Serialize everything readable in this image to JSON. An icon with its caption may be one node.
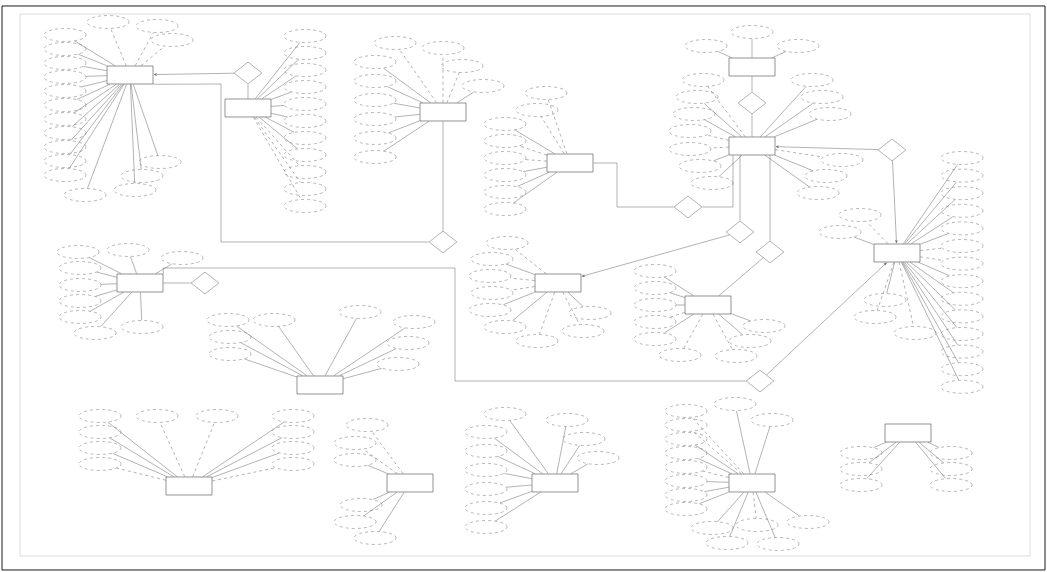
{
  "diagram": {
    "nodes": [
      {
        "text": [],
        "shape": "box"
      },
      {
        "text": [],
        "shape": "ellipse"
      },
      {
        "text": [],
        "shape": "ellipse"
      },
      {
        "text": [],
        "shape": "ellipse"
      },
      {
        "text": [],
        "shape": "ellipse"
      },
      {
        "text": [],
        "shape": "ellipse"
      },
      {
        "text": [],
        "shape": "ellipse"
      },
      {
        "text": [],
        "shape": "ellipse"
      },
      {
        "text": [],
        "shape": "ellipse"
      },
      {
        "text": [],
        "shape": "ellipse"
      },
      {
        "text": [],
        "shape": "ellipse"
      },
      {
        "text": [],
        "shape": "ellipse"
      },
      {
        "text": [],
        "shape": "ellipse"
      },
      {
        "text": [],
        "shape": "ellipse"
      },
      {
        "text": [],
        "shape": "ellipse"
      },
      {
        "text": [],
        "shape": "ellipse"
      },
      {
        "text": [],
        "shape": "ellipse"
      },
      {
        "text": [],
        "shape": "ellipse"
      },
      {
        "text": [],
        "shape": "ellipse"
      },
      {
        "text": [],
        "shape": "diamond"
      },
      {
        "text": [],
        "shape": "box"
      },
      {
        "text": [],
        "shape": "ellipse"
      },
      {
        "text": [],
        "shape": "ellipse"
      },
      {
        "text": [],
        "shape": "ellipse"
      },
      {
        "text": [],
        "shape": "ellipse"
      },
      {
        "text": [],
        "shape": "ellipse"
      },
      {
        "text": [],
        "shape": "ellipse"
      },
      {
        "text": [],
        "shape": "ellipse"
      },
      {
        "text": [],
        "shape": "ellipse"
      },
      {
        "text": [],
        "shape": "ellipse"
      },
      {
        "text": [],
        "shape": "ellipse"
      },
      {
        "text": [],
        "shape": "ellipse"
      },
      {
        "text": [],
        "shape": "box"
      },
      {
        "text": [],
        "shape": "ellipse"
      },
      {
        "text": [],
        "shape": "ellipse"
      },
      {
        "text": [],
        "shape": "ellipse"
      },
      {
        "text": [],
        "shape": "ellipse"
      },
      {
        "text": [],
        "shape": "ellipse"
      },
      {
        "text": [],
        "shape": "ellipse"
      },
      {
        "text": [],
        "shape": "ellipse"
      },
      {
        "text": [],
        "shape": "ellipse"
      },
      {
        "text": [],
        "shape": "ellipse"
      },
      {
        "text": [],
        "shape": "ellipse"
      },
      {
        "text": [],
        "shape": "diamond"
      },
      {
        "text": [],
        "shape": "box"
      },
      {
        "text": [],
        "shape": "ellipse"
      },
      {
        "text": [],
        "shape": "ellipse"
      },
      {
        "text": [],
        "shape": "ellipse"
      },
      {
        "text": [],
        "shape": "ellipse"
      },
      {
        "text": [],
        "shape": "ellipse"
      },
      {
        "text": [],
        "shape": "ellipse"
      },
      {
        "text": [],
        "shape": "ellipse"
      },
      {
        "text": [],
        "shape": "ellipse"
      },
      {
        "text": [],
        "shape": "diamond"
      },
      {
        "text": [],
        "shape": "box"
      },
      {
        "text": [],
        "shape": "ellipse"
      },
      {
        "text": [],
        "shape": "ellipse"
      },
      {
        "text": [],
        "shape": "ellipse"
      },
      {
        "text": [],
        "shape": "diamond"
      },
      {
        "text": [],
        "shape": "box"
      },
      {
        "text": [],
        "shape": "ellipse"
      },
      {
        "text": [],
        "shape": "ellipse"
      },
      {
        "text": [],
        "shape": "ellipse"
      },
      {
        "text": [],
        "shape": "ellipse"
      },
      {
        "text": [],
        "shape": "ellipse"
      },
      {
        "text": [],
        "shape": "ellipse"
      },
      {
        "text": [],
        "shape": "ellipse"
      },
      {
        "text": [],
        "shape": "ellipse"
      },
      {
        "text": [],
        "shape": "ellipse"
      },
      {
        "text": [],
        "shape": "ellipse"
      },
      {
        "text": [],
        "shape": "ellipse"
      },
      {
        "text": [],
        "shape": "ellipse"
      },
      {
        "text": [],
        "shape": "ellipse"
      },
      {
        "text": [],
        "shape": "diamond"
      },
      {
        "text": [],
        "shape": "diamond"
      },
      {
        "text": [],
        "shape": "diamond"
      },
      {
        "text": [],
        "shape": "box"
      },
      {
        "text": [],
        "shape": "ellipse"
      },
      {
        "text": [],
        "shape": "ellipse"
      },
      {
        "text": [],
        "shape": "ellipse"
      },
      {
        "text": [],
        "shape": "ellipse"
      },
      {
        "text": [],
        "shape": "ellipse"
      },
      {
        "text": [],
        "shape": "ellipse"
      },
      {
        "text": [],
        "shape": "ellipse"
      },
      {
        "text": [],
        "shape": "ellipse"
      },
      {
        "text": [],
        "shape": "ellipse"
      },
      {
        "text": [],
        "shape": "box"
      },
      {
        "text": [],
        "shape": "ellipse"
      },
      {
        "text": [],
        "shape": "ellipse"
      },
      {
        "text": [],
        "shape": "ellipse"
      },
      {
        "text": [],
        "shape": "ellipse"
      },
      {
        "text": [],
        "shape": "ellipse"
      },
      {
        "text": [],
        "shape": "ellipse"
      },
      {
        "text": [],
        "shape": "ellipse"
      },
      {
        "text": [],
        "shape": "ellipse"
      },
      {
        "text": [],
        "shape": "ellipse"
      },
      {
        "text": [],
        "shape": "box"
      },
      {
        "text": [],
        "shape": "ellipse"
      },
      {
        "text": [],
        "shape": "ellipse"
      },
      {
        "text": [],
        "shape": "ellipse"
      },
      {
        "text": [],
        "shape": "ellipse"
      },
      {
        "text": [],
        "shape": "ellipse"
      },
      {
        "text": [],
        "shape": "ellipse"
      },
      {
        "text": [],
        "shape": "ellipse"
      },
      {
        "text": [],
        "shape": "ellipse"
      },
      {
        "text": [],
        "shape": "ellipse"
      },
      {
        "text": [],
        "shape": "ellipse"
      },
      {
        "text": [],
        "shape": "ellipse"
      },
      {
        "text": [],
        "shape": "ellipse"
      },
      {
        "text": [],
        "shape": "ellipse"
      },
      {
        "text": [],
        "shape": "ellipse"
      },
      {
        "text": [],
        "shape": "ellipse"
      },
      {
        "text": [],
        "shape": "ellipse"
      },
      {
        "text": [],
        "shape": "ellipse"
      },
      {
        "text": [],
        "shape": "ellipse"
      },
      {
        "text": [],
        "shape": "ellipse"
      },
      {
        "text": [],
        "shape": "diamond"
      },
      {
        "text": [],
        "shape": "box"
      },
      {
        "text": [],
        "shape": "ellipse"
      },
      {
        "text": [],
        "shape": "ellipse"
      },
      {
        "text": [],
        "shape": "ellipse"
      },
      {
        "text": [],
        "shape": "ellipse"
      },
      {
        "text": [],
        "shape": "ellipse"
      },
      {
        "text": [],
        "shape": "ellipse"
      },
      {
        "text": [],
        "shape": "ellipse"
      },
      {
        "text": [],
        "shape": "ellipse"
      },
      {
        "text": [],
        "shape": "ellipse"
      },
      {
        "text": [],
        "shape": "diamond"
      },
      {
        "text": [],
        "shape": "box"
      },
      {
        "text": [],
        "shape": "ellipse"
      },
      {
        "text": [],
        "shape": "ellipse"
      },
      {
        "text": [],
        "shape": "ellipse"
      },
      {
        "text": [],
        "shape": "ellipse"
      },
      {
        "text": [],
        "shape": "ellipse"
      },
      {
        "text": [],
        "shape": "ellipse"
      },
      {
        "text": [],
        "shape": "ellipse"
      },
      {
        "text": [],
        "shape": "ellipse"
      },
      {
        "text": [],
        "shape": "box"
      },
      {
        "text": [],
        "shape": "ellipse"
      },
      {
        "text": [],
        "shape": "ellipse"
      },
      {
        "text": [],
        "shape": "ellipse"
      },
      {
        "text": [],
        "shape": "ellipse"
      },
      {
        "text": [],
        "shape": "ellipse"
      },
      {
        "text": [],
        "shape": "ellipse"
      },
      {
        "text": [],
        "shape": "ellipse"
      },
      {
        "text": [],
        "shape": "ellipse"
      },
      {
        "text": [],
        "shape": "ellipse"
      },
      {
        "text": [],
        "shape": "ellipse"
      },
      {
        "text": [],
        "shape": "box"
      },
      {
        "text": [],
        "shape": "ellipse"
      },
      {
        "text": [],
        "shape": "ellipse"
      },
      {
        "text": [],
        "shape": "ellipse"
      },
      {
        "text": [],
        "shape": "ellipse"
      },
      {
        "text": [],
        "shape": "ellipse"
      },
      {
        "text": [],
        "shape": "ellipse"
      },
      {
        "text": [],
        "shape": "box"
      },
      {
        "text": [],
        "shape": "ellipse"
      },
      {
        "text": [],
        "shape": "ellipse"
      },
      {
        "text": [],
        "shape": "ellipse"
      },
      {
        "text": [],
        "shape": "ellipse"
      },
      {
        "text": [],
        "shape": "ellipse"
      },
      {
        "text": [],
        "shape": "ellipse"
      },
      {
        "text": [],
        "shape": "ellipse"
      },
      {
        "text": [],
        "shape": "ellipse"
      },
      {
        "text": [],
        "shape": "ellipse"
      },
      {
        "text": [],
        "shape": "ellipse"
      },
      {
        "text": [],
        "shape": "box"
      },
      {
        "text": [],
        "shape": "ellipse"
      },
      {
        "text": [],
        "shape": "ellipse"
      },
      {
        "text": [],
        "shape": "ellipse"
      },
      {
        "text": [],
        "shape": "ellipse"
      },
      {
        "text": [],
        "shape": "ellipse"
      },
      {
        "text": [],
        "shape": "ellipse"
      },
      {
        "text": [],
        "shape": "ellipse"
      },
      {
        "text": [],
        "shape": "ellipse"
      },
      {
        "text": [],
        "shape": "ellipse"
      },
      {
        "text": [],
        "shape": "ellipse"
      },
      {
        "text": [],
        "shape": "ellipse"
      },
      {
        "text": [],
        "shape": "ellipse"
      },
      {
        "text": [],
        "shape": "ellipse"
      },
      {
        "text": [],
        "shape": "ellipse"
      },
      {
        "text": [],
        "shape": "ellipse"
      },
      {
        "text": [],
        "shape": "box"
      },
      {
        "text": [],
        "shape": "ellipse"
      },
      {
        "text": [],
        "shape": "ellipse"
      },
      {
        "text": [],
        "shape": "ellipse"
      },
      {
        "text": [],
        "shape": "ellipse"
      },
      {
        "text": [],
        "shape": "ellipse"
      },
      {
        "text": [],
        "shape": "ellipse"
      }
    ],
    "edges": [
      {
        "from": 0,
        "to": 1,
        "arrow": "none"
      },
      {
        "from": 0,
        "to": 2,
        "arrow": "none"
      },
      {
        "from": 0,
        "to": 3,
        "arrow": "none"
      },
      {
        "from": 0,
        "to": 4,
        "arrow": "none"
      },
      {
        "from": 0,
        "to": 5,
        "arrow": "none"
      },
      {
        "from": 0,
        "to": 6,
        "arrow": "none"
      },
      {
        "from": 0,
        "to": 7,
        "arrow": "none"
      },
      {
        "from": 0,
        "to": 8,
        "arrow": "none"
      },
      {
        "from": 0,
        "to": 9,
        "arrow": "none"
      },
      {
        "from": 0,
        "to": 10,
        "arrow": "none"
      },
      {
        "from": 0,
        "to": 11,
        "arrow": "none"
      },
      {
        "from": 0,
        "to": 12,
        "arrow": "none",
        "style": "dashed"
      },
      {
        "from": 0,
        "to": 13,
        "arrow": "none",
        "style": "dashed"
      },
      {
        "from": 0,
        "to": 14,
        "arrow": "none",
        "style": "dashed"
      },
      {
        "from": 0,
        "to": 15,
        "arrow": "none"
      },
      {
        "from": 0,
        "to": 16,
        "arrow": "none"
      },
      {
        "from": 0,
        "to": 17,
        "arrow": "none"
      },
      {
        "from": 0,
        "to": 18,
        "arrow": "none"
      },
      {
        "from": 20,
        "to": 21,
        "arrow": "none"
      },
      {
        "from": 20,
        "to": 22,
        "arrow": "none"
      },
      {
        "from": 20,
        "to": 23,
        "arrow": "none"
      },
      {
        "from": 20,
        "to": 24,
        "arrow": "none"
      },
      {
        "from": 20,
        "to": 25,
        "arrow": "none"
      },
      {
        "from": 20,
        "to": 26,
        "arrow": "none"
      },
      {
        "from": 20,
        "to": 27,
        "arrow": "none"
      },
      {
        "from": 20,
        "to": 28,
        "arrow": "none"
      },
      {
        "from": 20,
        "to": 29,
        "arrow": "none",
        "style": "dashed"
      },
      {
        "from": 20,
        "to": 30,
        "arrow": "none",
        "style": "dashed"
      },
      {
        "from": 20,
        "to": 31,
        "arrow": "none",
        "style": "dashed"
      },
      {
        "from": 32,
        "to": 33,
        "arrow": "none"
      },
      {
        "from": 32,
        "to": 34,
        "arrow": "none"
      },
      {
        "from": 32,
        "to": 35,
        "arrow": "none"
      },
      {
        "from": 32,
        "to": 36,
        "arrow": "none"
      },
      {
        "from": 32,
        "to": 37,
        "arrow": "none"
      },
      {
        "from": 32,
        "to": 38,
        "arrow": "none"
      },
      {
        "from": 32,
        "to": 39,
        "arrow": "none",
        "style": "dashed"
      },
      {
        "from": 32,
        "to": 40,
        "arrow": "none",
        "style": "dashed"
      },
      {
        "from": 32,
        "to": 41,
        "arrow": "none",
        "style": "dashed"
      },
      {
        "from": 32,
        "to": 42,
        "arrow": "none"
      },
      {
        "from": 44,
        "to": 45,
        "arrow": "none",
        "style": "dashed"
      },
      {
        "from": 44,
        "to": 46,
        "arrow": "none",
        "style": "dashed"
      },
      {
        "from": 44,
        "to": 47,
        "arrow": "none"
      },
      {
        "from": 44,
        "to": 48,
        "arrow": "none",
        "style": "dashed"
      },
      {
        "from": 44,
        "to": 49,
        "arrow": "none",
        "style": "dashed"
      },
      {
        "from": 44,
        "to": 50,
        "arrow": "none"
      },
      {
        "from": 44,
        "to": 51,
        "arrow": "none"
      },
      {
        "from": 44,
        "to": 52,
        "arrow": "none"
      },
      {
        "from": 54,
        "to": 55,
        "arrow": "none"
      },
      {
        "from": 54,
        "to": 56,
        "arrow": "none"
      },
      {
        "from": 54,
        "to": 57,
        "arrow": "none"
      },
      {
        "from": 59,
        "to": 60,
        "arrow": "none",
        "style": "dashed"
      },
      {
        "from": 59,
        "to": 61,
        "arrow": "none"
      },
      {
        "from": 59,
        "to": 62,
        "arrow": "none"
      },
      {
        "from": 59,
        "to": 63,
        "arrow": "none",
        "style": "dashed"
      },
      {
        "from": 59,
        "to": 64,
        "arrow": "none",
        "style": "dashed"
      },
      {
        "from": 59,
        "to": 65,
        "arrow": "none"
      },
      {
        "from": 59,
        "to": 66,
        "arrow": "none"
      },
      {
        "from": 59,
        "to": 67,
        "arrow": "none"
      },
      {
        "from": 59,
        "to": 68,
        "arrow": "none"
      },
      {
        "from": 59,
        "to": 69,
        "arrow": "none"
      },
      {
        "from": 59,
        "to": 70,
        "arrow": "none",
        "style": "dashed"
      },
      {
        "from": 59,
        "to": 71,
        "arrow": "none"
      },
      {
        "from": 59,
        "to": 72,
        "arrow": "none"
      },
      {
        "from": 76,
        "to": 77,
        "arrow": "none",
        "style": "dashed"
      },
      {
        "from": 76,
        "to": 78,
        "arrow": "none"
      },
      {
        "from": 76,
        "to": 79,
        "arrow": "none",
        "style": "dashed"
      },
      {
        "from": 76,
        "to": 80,
        "arrow": "none",
        "style": "dashed"
      },
      {
        "from": 76,
        "to": 81,
        "arrow": "none"
      },
      {
        "from": 76,
        "to": 82,
        "arrow": "none"
      },
      {
        "from": 76,
        "to": 83,
        "arrow": "none",
        "style": "dashed"
      },
      {
        "from": 76,
        "to": 84,
        "arrow": "none",
        "style": "dashed"
      },
      {
        "from": 76,
        "to": 85,
        "arrow": "none"
      },
      {
        "from": 86,
        "to": 87,
        "arrow": "none"
      },
      {
        "from": 86,
        "to": 88,
        "arrow": "none"
      },
      {
        "from": 86,
        "to": 89,
        "arrow": "none"
      },
      {
        "from": 86,
        "to": 90,
        "arrow": "none",
        "style": "dashed"
      },
      {
        "from": 86,
        "to": 91,
        "arrow": "none"
      },
      {
        "from": 86,
        "to": 92,
        "arrow": "none",
        "style": "dashed"
      },
      {
        "from": 86,
        "to": 93,
        "arrow": "none"
      },
      {
        "from": 86,
        "to": 94,
        "arrow": "none"
      },
      {
        "from": 86,
        "to": 95,
        "arrow": "none",
        "style": "dashed"
      },
      {
        "from": 96,
        "to": 97,
        "arrow": "none"
      },
      {
        "from": 96,
        "to": 98,
        "arrow": "none"
      },
      {
        "from": 96,
        "to": 99,
        "arrow": "none"
      },
      {
        "from": 96,
        "to": 100,
        "arrow": "none"
      },
      {
        "from": 96,
        "to": 101,
        "arrow": "none"
      },
      {
        "from": 96,
        "to": 102,
        "arrow": "none",
        "style": "dashed"
      },
      {
        "from": 96,
        "to": 103,
        "arrow": "none",
        "style": "dashed"
      },
      {
        "from": 96,
        "to": 104,
        "arrow": "none"
      },
      {
        "from": 96,
        "to": 105,
        "arrow": "none"
      },
      {
        "from": 96,
        "to": 106,
        "arrow": "none"
      },
      {
        "from": 96,
        "to": 107,
        "arrow": "none"
      },
      {
        "from": 96,
        "to": 108,
        "arrow": "none"
      },
      {
        "from": 96,
        "to": 109,
        "arrow": "none"
      },
      {
        "from": 96,
        "to": 110,
        "arrow": "none"
      },
      {
        "from": 96,
        "to": 111,
        "arrow": "none",
        "style": "dashed"
      },
      {
        "from": 96,
        "to": 112,
        "arrow": "none"
      },
      {
        "from": 96,
        "to": 113,
        "arrow": "none"
      },
      {
        "from": 96,
        "to": 114,
        "arrow": "none",
        "style": "dashed"
      },
      {
        "from": 96,
        "to": 115,
        "arrow": "none",
        "style": "dashed"
      },
      {
        "from": 117,
        "to": 118,
        "arrow": "none"
      },
      {
        "from": 117,
        "to": 119,
        "arrow": "none"
      },
      {
        "from": 117,
        "to": 120,
        "arrow": "none"
      },
      {
        "from": 117,
        "to": 121,
        "arrow": "none"
      },
      {
        "from": 117,
        "to": 122,
        "arrow": "none"
      },
      {
        "from": 117,
        "to": 123,
        "arrow": "none"
      },
      {
        "from": 117,
        "to": 124,
        "arrow": "none"
      },
      {
        "from": 117,
        "to": 125,
        "arrow": "none"
      },
      {
        "from": 117,
        "to": 126,
        "arrow": "none"
      },
      {
        "from": 128,
        "to": 129,
        "arrow": "none"
      },
      {
        "from": 128,
        "to": 130,
        "arrow": "none"
      },
      {
        "from": 128,
        "to": 131,
        "arrow": "none"
      },
      {
        "from": 128,
        "to": 132,
        "arrow": "none"
      },
      {
        "from": 128,
        "to": 133,
        "arrow": "none"
      },
      {
        "from": 128,
        "to": 134,
        "arrow": "none"
      },
      {
        "from": 128,
        "to": 135,
        "arrow": "none"
      },
      {
        "from": 128,
        "to": 136,
        "arrow": "none"
      },
      {
        "from": 137,
        "to": 138,
        "arrow": "none"
      },
      {
        "from": 137,
        "to": 139,
        "arrow": "none"
      },
      {
        "from": 137,
        "to": 140,
        "arrow": "none"
      },
      {
        "from": 137,
        "to": 141,
        "arrow": "none",
        "style": "dashed"
      },
      {
        "from": 137,
        "to": 142,
        "arrow": "none",
        "style": "dashed"
      },
      {
        "from": 137,
        "to": 143,
        "arrow": "none",
        "style": "dashed"
      },
      {
        "from": 137,
        "to": 144,
        "arrow": "none"
      },
      {
        "from": 137,
        "to": 145,
        "arrow": "none"
      },
      {
        "from": 137,
        "to": 146,
        "arrow": "none"
      },
      {
        "from": 137,
        "to": 147,
        "arrow": "none",
        "style": "dashed"
      },
      {
        "from": 148,
        "to": 149,
        "arrow": "none",
        "style": "dashed"
      },
      {
        "from": 148,
        "to": 150,
        "arrow": "none",
        "style": "dashed"
      },
      {
        "from": 148,
        "to": 151,
        "arrow": "none"
      },
      {
        "from": 148,
        "to": 152,
        "arrow": "none"
      },
      {
        "from": 148,
        "to": 153,
        "arrow": "none"
      },
      {
        "from": 148,
        "to": 154,
        "arrow": "none"
      },
      {
        "from": 155,
        "to": 156,
        "arrow": "none"
      },
      {
        "from": 155,
        "to": 157,
        "arrow": "none"
      },
      {
        "from": 155,
        "to": 158,
        "arrow": "none"
      },
      {
        "from": 155,
        "to": 159,
        "arrow": "none"
      },
      {
        "from": 155,
        "to": 160,
        "arrow": "none"
      },
      {
        "from": 155,
        "to": 161,
        "arrow": "none"
      },
      {
        "from": 155,
        "to": 162,
        "arrow": "none"
      },
      {
        "from": 155,
        "to": 163,
        "arrow": "none"
      },
      {
        "from": 155,
        "to": 164,
        "arrow": "none"
      },
      {
        "from": 155,
        "to": 165,
        "arrow": "none"
      },
      {
        "from": 166,
        "to": 167,
        "arrow": "none",
        "style": "dashed"
      },
      {
        "from": 166,
        "to": 168,
        "arrow": "none",
        "style": "dashed"
      },
      {
        "from": 166,
        "to": 169,
        "arrow": "none"
      },
      {
        "from": 166,
        "to": 170,
        "arrow": "none"
      },
      {
        "from": 166,
        "to": 171,
        "arrow": "none",
        "style": "dashed"
      },
      {
        "from": 166,
        "to": 172,
        "arrow": "none"
      },
      {
        "from": 166,
        "to": 173,
        "arrow": "none"
      },
      {
        "from": 166,
        "to": 174,
        "arrow": "none"
      },
      {
        "from": 166,
        "to": 175,
        "arrow": "none"
      },
      {
        "from": 166,
        "to": 176,
        "arrow": "none"
      },
      {
        "from": 166,
        "to": 177,
        "arrow": "none"
      },
      {
        "from": 166,
        "to": 178,
        "arrow": "none",
        "style": "dashed"
      },
      {
        "from": 166,
        "to": 179,
        "arrow": "none"
      },
      {
        "from": 166,
        "to": 180,
        "arrow": "none"
      },
      {
        "from": 166,
        "to": 181,
        "arrow": "none"
      },
      {
        "from": 182,
        "to": 183,
        "arrow": "none"
      },
      {
        "from": 182,
        "to": 184,
        "arrow": "none"
      },
      {
        "from": 182,
        "to": 185,
        "arrow": "none"
      },
      {
        "from": 182,
        "to": 186,
        "arrow": "none"
      },
      {
        "from": 182,
        "to": 187,
        "arrow": "none"
      },
      {
        "from": 182,
        "to": 188,
        "arrow": "none"
      },
      {
        "from": 19,
        "to": 0,
        "arrow": "to"
      },
      {
        "from": 19,
        "to": 20,
        "arrow": "none"
      },
      {
        "from": 0,
        "to": 43,
        "arrow": "none"
      },
      {
        "from": 43,
        "to": 32,
        "arrow": "none"
      },
      {
        "from": 44,
        "to": 53,
        "arrow": "none"
      },
      {
        "from": 53,
        "to": 59,
        "arrow": "none"
      },
      {
        "from": 54,
        "to": 58,
        "arrow": "none"
      },
      {
        "from": 58,
        "to": 59,
        "arrow": "none"
      },
      {
        "from": 73,
        "to": 59,
        "arrow": "to"
      },
      {
        "from": 73,
        "to": 96,
        "arrow": "to"
      },
      {
        "from": 59,
        "to": 74,
        "arrow": "none"
      },
      {
        "from": 74,
        "to": 76,
        "arrow": "to"
      },
      {
        "from": 59,
        "to": 75,
        "arrow": "none"
      },
      {
        "from": 75,
        "to": 86,
        "arrow": "none"
      },
      {
        "from": 116,
        "to": 96,
        "arrow": "to"
      },
      {
        "from": 117,
        "to": 116,
        "arrow": "none"
      },
      {
        "from": 117,
        "to": 127,
        "arrow": "none"
      }
    ]
  }
}
